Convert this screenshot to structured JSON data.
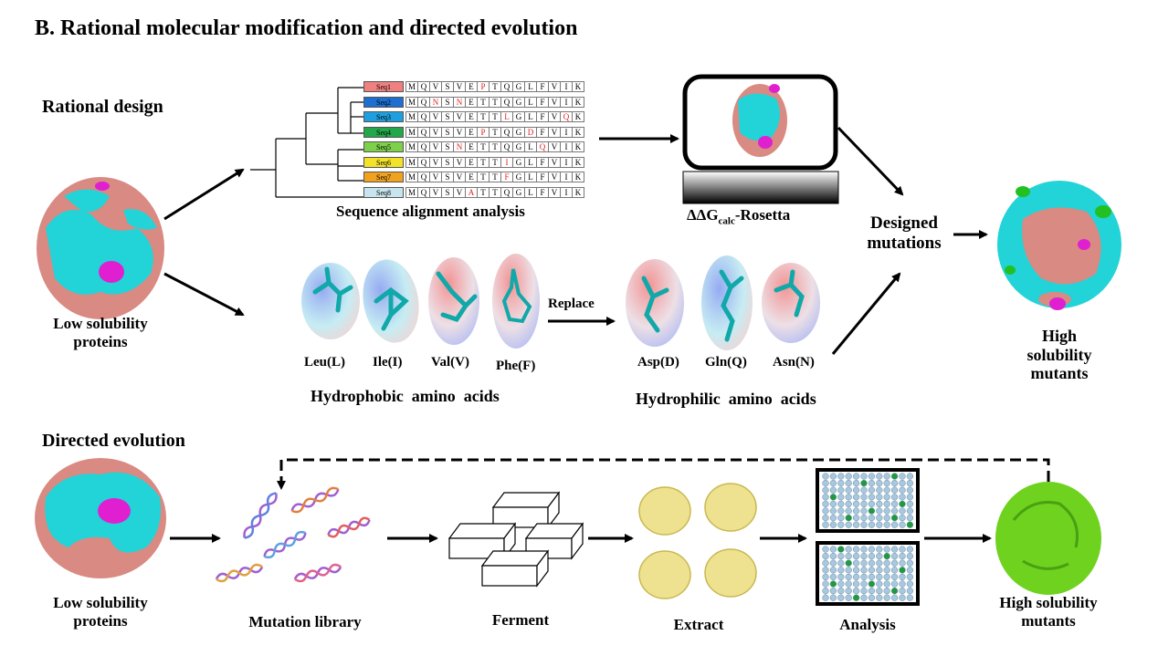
{
  "title": "B. Rational molecular modification and directed evolution",
  "rational": {
    "heading": "Rational design",
    "left_label": "Low solubility\nproteins",
    "alignment_caption": "Sequence alignment analysis",
    "rosetta_prefix": "ΔΔG",
    "rosetta_sub": "calc",
    "rosetta_suffix": "-Rosetta",
    "designed_label": "Designed\nmutations",
    "result_label": "High\nsolubility\nmutants",
    "replace_label": "Replace",
    "hydrophobic_caption": "Hydrophobic  amino  acids",
    "hydrophilic_caption": "Hydrophilic  amino  acids",
    "hydrophobic": [
      "Leu(L)",
      "Ile(I)",
      "Val(V)",
      "Phe(F)"
    ],
    "hydrophilic": [
      "Asp(D)",
      "Gln(Q)",
      "Asn(N)"
    ],
    "sequences": [
      {
        "name": "Seq1",
        "color": "#f08080",
        "residues": [
          "M",
          "Q",
          "V",
          "S",
          "V",
          "E",
          "P",
          "T",
          "Q",
          "G",
          "L",
          "F",
          "V",
          "I",
          "K"
        ],
        "mutations": [
          6
        ]
      },
      {
        "name": "Seq2",
        "color": "#1e6fd0",
        "residues": [
          "M",
          "Q",
          "N",
          "S",
          "N",
          "E",
          "T",
          "T",
          "Q",
          "G",
          "L",
          "F",
          "V",
          "I",
          "K"
        ],
        "mutations": [
          2,
          4
        ]
      },
      {
        "name": "Seq3",
        "color": "#1ea0e0",
        "residues": [
          "M",
          "Q",
          "V",
          "S",
          "V",
          "E",
          "T",
          "T",
          "L",
          "G",
          "L",
          "F",
          "V",
          "Q",
          "K"
        ],
        "mutations": [
          8,
          13
        ]
      },
      {
        "name": "Seq4",
        "color": "#22a84a",
        "residues": [
          "M",
          "Q",
          "V",
          "S",
          "V",
          "E",
          "P",
          "T",
          "Q",
          "G",
          "D",
          "F",
          "V",
          "I",
          "K"
        ],
        "mutations": [
          6,
          10
        ]
      },
      {
        "name": "Seq5",
        "color": "#7cd04a",
        "residues": [
          "M",
          "Q",
          "V",
          "S",
          "N",
          "E",
          "T",
          "T",
          "Q",
          "G",
          "L",
          "Q",
          "V",
          "I",
          "K"
        ],
        "mutations": [
          4,
          11
        ]
      },
      {
        "name": "Seq6",
        "color": "#f2e22a",
        "residues": [
          "M",
          "Q",
          "V",
          "S",
          "V",
          "E",
          "T",
          "T",
          "I",
          "G",
          "L",
          "F",
          "V",
          "I",
          "K"
        ],
        "mutations": [
          8
        ]
      },
      {
        "name": "Seq7",
        "color": "#f0a21e",
        "residues": [
          "M",
          "Q",
          "V",
          "S",
          "V",
          "E",
          "T",
          "T",
          "F",
          "G",
          "L",
          "F",
          "V",
          "I",
          "K"
        ],
        "mutations": [
          8
        ]
      },
      {
        "name": "Seq8",
        "color": "#c8e4ee",
        "residues": [
          "M",
          "Q",
          "V",
          "S",
          "V",
          "A",
          "T",
          "T",
          "Q",
          "G",
          "L",
          "F",
          "V",
          "I",
          "K"
        ],
        "mutations": [
          5
        ]
      }
    ]
  },
  "directed": {
    "heading": "Directed evolution",
    "steps": [
      "Low solubility\nproteins",
      "Mutation library",
      "Ferment",
      "Extract",
      "Analysis",
      "High solubility\nmutants"
    ]
  },
  "colors": {
    "protein_cyan": "#22d3d8",
    "protein_salmon": "#d98a82",
    "protein_magenta": "#e020d0",
    "protein_green": "#22c020",
    "mutant_green": "#6ed21e",
    "plate_well": "#a8c8e0",
    "plate_hit": "#1e9a40",
    "extract_yellow": "#eee290"
  }
}
